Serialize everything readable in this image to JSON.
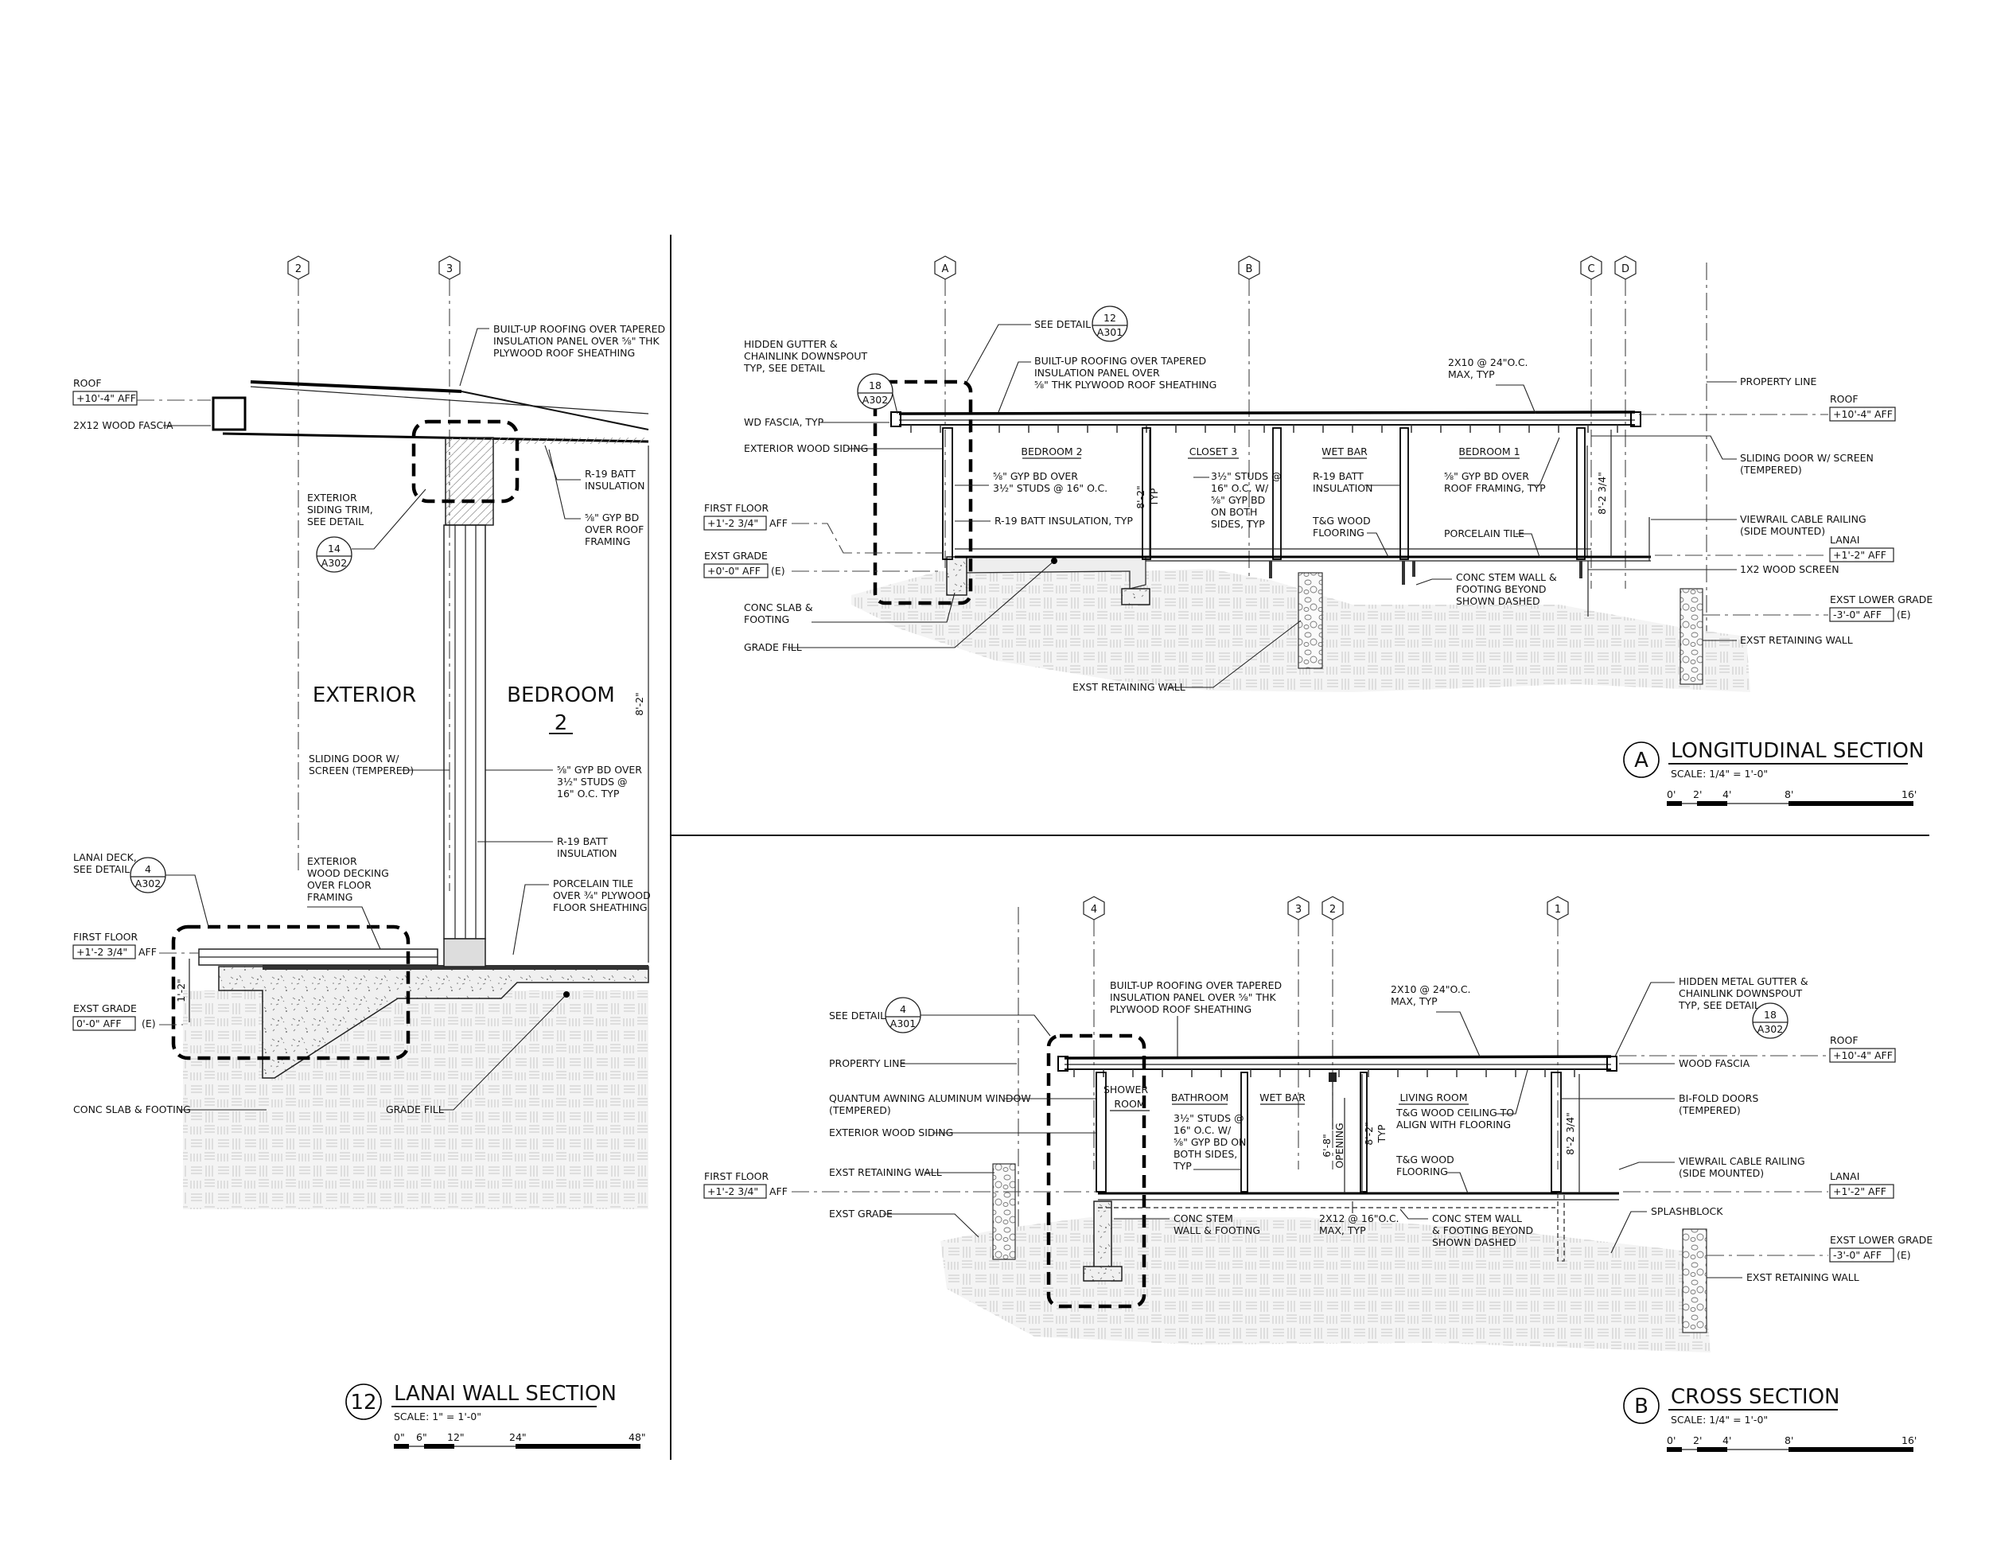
{
  "lanai_wall_section": {
    "grid_bubbles": [
      "2",
      "3"
    ],
    "room_exterior": "EXTERIOR",
    "room_bedroom_line1": "BEDROOM",
    "room_bedroom_line2": "2",
    "height_dim": "8'-2\"",
    "levels": [
      {
        "name": "ROOF",
        "value": "+10'-4\" AFF"
      },
      {
        "name": "FIRST FLOOR",
        "value": "+1'-2 3/4\"",
        "suffix": "AFF"
      },
      {
        "name": "EXST GRADE",
        "value": "0'-0\" AFF",
        "suffix": "(E)"
      }
    ],
    "dim_1_2": "1'-2\"",
    "notes": [
      [
        "BUILT-UP ROOFING OVER TAPERED",
        "INSULATION PANEL OVER ⅝\" THK",
        "PLYWOOD ROOF SHEATHING"
      ],
      [
        "2X12 WOOD FASCIA"
      ],
      [
        "EXTERIOR",
        "SIDING TRIM,",
        "SEE DETAIL"
      ],
      [
        "R-19 BATT",
        "INSULATION"
      ],
      [
        "⅝\" GYP BD",
        "OVER ROOF",
        "FRAMING"
      ],
      [
        "SLIDING DOOR W/",
        "SCREEN (TEMPERED)"
      ],
      [
        "⅝\" GYP BD OVER",
        "3½\" STUDS @",
        "16\" O.C. TYP"
      ],
      [
        "R-19 BATT",
        "INSULATION"
      ],
      [
        "LANAI DECK,",
        "SEE DETAIL"
      ],
      [
        "EXTERIOR",
        "WOOD DECKING",
        "OVER FLOOR",
        "FRAMING"
      ],
      [
        "PORCELAIN TILE",
        "OVER ¾\" PLYWOOD",
        "FLOOR SHEATHING"
      ],
      [
        "CONC SLAB & FOOTING"
      ],
      [
        "GRADE FILL"
      ]
    ],
    "detail_refs": [
      {
        "num": "14",
        "sheet": "A302"
      },
      {
        "num": "4",
        "sheet": "A302"
      }
    ],
    "title": {
      "num": "12",
      "name": "LANAI WALL SECTION",
      "scale": "SCALE:   1\" = 1'-0\""
    },
    "scale_ticks": [
      "0\"",
      "6\"",
      "12\"",
      "24\"",
      "48\""
    ]
  },
  "longitudinal_section": {
    "grid_bubbles": [
      "A",
      "B",
      "C",
      "D"
    ],
    "rooms": [
      "BEDROOM 2",
      "CLOSET 3",
      "WET BAR",
      "BEDROOM 1"
    ],
    "dims": [
      "8'-2\"",
      "TYP",
      "8'-2 3/4\""
    ],
    "levels": [
      {
        "name": "FIRST FLOOR",
        "value": "+1'-2 3/4\"",
        "suffix": "AFF"
      },
      {
        "name": "EXST GRADE",
        "value": "+0'-0\" AFF",
        "suffix": "(E)"
      },
      {
        "name": "ROOF",
        "value": "+10'-4\" AFF"
      },
      {
        "name": "LANAI",
        "value": "+1'-2\" AFF"
      },
      {
        "name": "EXST LOWER GRADE",
        "value": "-3'-0\" AFF",
        "suffix": "(E)"
      }
    ],
    "notes": [
      [
        "HIDDEN GUTTER &",
        "CHAINLINK DOWNSPOUT",
        "TYP, SEE DETAIL"
      ],
      [
        "SEE DETAIL"
      ],
      [
        "BUILT-UP ROOFING OVER TAPERED",
        "INSULATION PANEL OVER",
        "⅝\" THK PLYWOOD ROOF SHEATHING"
      ],
      [
        "WD FASCIA, TYP"
      ],
      [
        "EXTERIOR WOOD SIDING"
      ],
      [
        "⅝\" GYP BD OVER",
        "3½\" STUDS @ 16\" O.C."
      ],
      [
        "R-19 BATT INSULATION, TYP"
      ],
      [
        "3½\" STUDS @",
        "16\" O.C. W/",
        "⅝\" GYP BD",
        "ON BOTH",
        "SIDES, TYP"
      ],
      [
        "R-19 BATT",
        "INSULATION"
      ],
      [
        "T&G WOOD",
        "FLOORING"
      ],
      [
        "2X10 @ 24\"O.C.",
        "MAX, TYP"
      ],
      [
        "⅝\" GYP BD OVER",
        "ROOF FRAMING, TYP"
      ],
      [
        "PORCELAIN TILE"
      ],
      [
        "CONC STEM WALL &",
        "FOOTING BEYOND",
        "SHOWN DASHED"
      ],
      [
        "PROPERTY LINE"
      ],
      [
        "SLIDING DOOR W/ SCREEN",
        "(TEMPERED)"
      ],
      [
        "VIEWRAIL CABLE RAILING",
        "(SIDE MOUNTED)"
      ],
      [
        "1X2 WOOD SCREEN"
      ],
      [
        "EXST RETAINING WALL"
      ],
      [
        "CONC SLAB &",
        "FOOTING"
      ],
      [
        "GRADE FILL"
      ],
      [
        "EXST RETAINING WALL"
      ]
    ],
    "detail_refs": [
      {
        "num": "18",
        "sheet": "A302"
      },
      {
        "num": "12",
        "sheet": "A301"
      }
    ],
    "title": {
      "num": "A",
      "name": "LONGITUDINAL SECTION",
      "scale": "SCALE:   1/4\" = 1'-0\""
    },
    "scale_ticks": [
      "0'",
      "2'",
      "4'",
      "8'",
      "16'"
    ]
  },
  "cross_section": {
    "grid_bubbles": [
      "4",
      "3",
      "2",
      "1"
    ],
    "rooms": [
      "SHOWER",
      "ROOM",
      "BATHROOM",
      "WET BAR",
      "LIVING ROOM"
    ],
    "dims": [
      "6'-8\"",
      "OPENING",
      "8'-2\"",
      "TYP",
      "8'-2 3/4\""
    ],
    "levels": [
      {
        "name": "FIRST FLOOR",
        "value": "+1'-2 3/4\"",
        "suffix": "AFF"
      },
      {
        "name": "ROOF",
        "value": "+10'-4\" AFF"
      },
      {
        "name": "LANAI",
        "value": "+1'-2\" AFF"
      },
      {
        "name": "EXST LOWER GRADE",
        "value": "-3'-0\" AFF",
        "suffix": "(E)"
      }
    ],
    "notes": [
      [
        "SEE DETAIL"
      ],
      [
        "BUILT-UP ROOFING OVER TAPERED",
        "INSULATION PANEL OVER ⅝\" THK",
        "PLYWOOD ROOF SHEATHING"
      ],
      [
        "2X10 @ 24\"O.C.",
        "MAX, TYP"
      ],
      [
        "HIDDEN METAL GUTTER &",
        "CHAINLINK DOWNSPOUT",
        "TYP, SEE DETAIL"
      ],
      [
        "PROPERTY LINE"
      ],
      [
        "QUANTUM AWNING ALUMINUM WINDOW",
        "(TEMPERED)"
      ],
      [
        "EXTERIOR WOOD SIDING"
      ],
      [
        "3½\" STUDS @",
        "16\" O.C. W/",
        "⅝\" GYP BD ON",
        "BOTH SIDES,",
        "TYP"
      ],
      [
        "T&G WOOD CEILING TO",
        "ALIGN WITH FLOORING"
      ],
      [
        "T&G WOOD",
        "FLOORING"
      ],
      [
        "WOOD FASCIA"
      ],
      [
        "BI-FOLD DOORS",
        "(TEMPERED)"
      ],
      [
        "VIEWRAIL CABLE RAILING",
        "(SIDE MOUNTED)"
      ],
      [
        "EXST RETAINING WALL"
      ],
      [
        "EXST GRADE"
      ],
      [
        "CONC STEM",
        "WALL & FOOTING"
      ],
      [
        "2X12 @ 16\"O.C.",
        "MAX, TYP"
      ],
      [
        "CONC STEM WALL",
        "& FOOTING BEYOND",
        "SHOWN DASHED"
      ],
      [
        "SPLASHBLOCK"
      ],
      [
        "EXST RETAINING WALL"
      ]
    ],
    "detail_refs": [
      {
        "num": "4",
        "sheet": "A301"
      },
      {
        "num": "18",
        "sheet": "A302"
      }
    ],
    "title": {
      "num": "B",
      "name": "CROSS SECTION",
      "scale": "SCALE:   1/4\" = 1'-0\""
    },
    "scale_ticks": [
      "0'",
      "2'",
      "4'",
      "8'",
      "16'"
    ]
  }
}
